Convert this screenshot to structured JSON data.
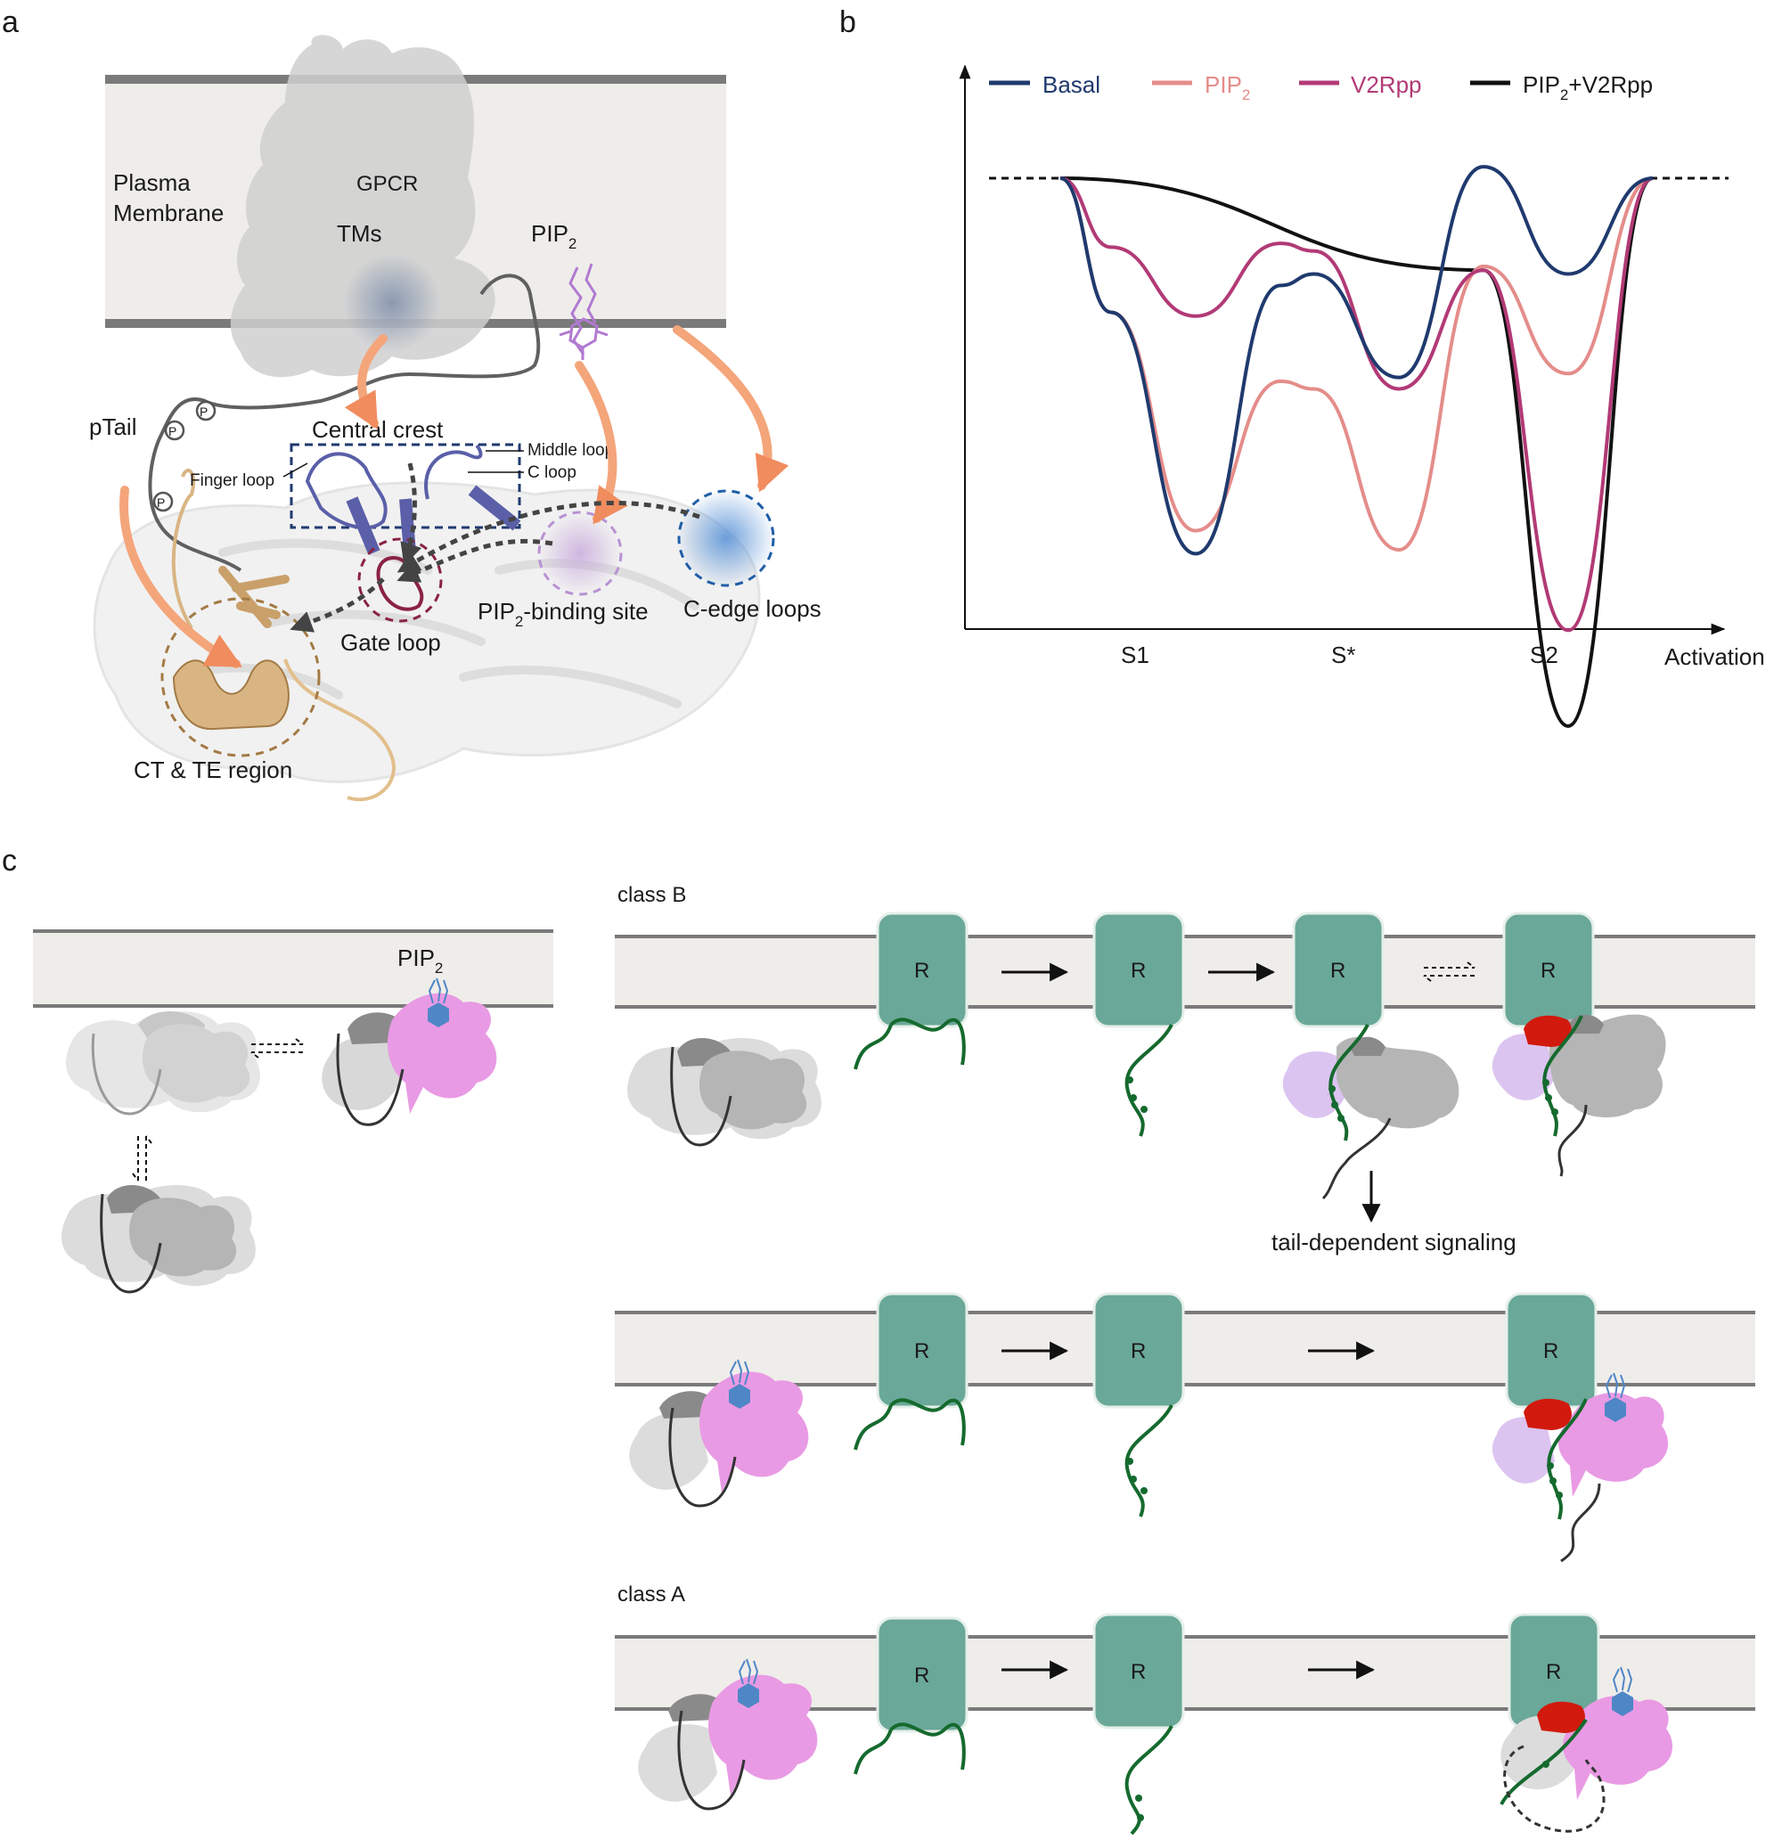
{
  "panel_a": {
    "letter": "a",
    "plasma": "Plasma",
    "membrane": "Membrane",
    "gpcr": "GPCR",
    "tms": "TMs",
    "pip": "PIP",
    "pip_sub": "2",
    "ptail": "pTail",
    "phospho": "P",
    "central_crest": "Central crest",
    "finger_loop": "Finger loop",
    "middle_loop": "Middle loop",
    "c_loop": "C loop",
    "gate_loop": "Gate loop",
    "pip_binding_pre": "PIP",
    "pip_binding_sub": "2",
    "pip_binding_post": "-binding site",
    "c_edge_loops": "C-edge loops",
    "ct_te": "CT & TE region"
  },
  "panel_b": {
    "letter": "b",
    "chart_data": {
      "type": "line",
      "title": "",
      "xlabel": "Activation",
      "ylabel": "",
      "x_tick_labels": [
        "S1",
        "S*",
        "S2"
      ],
      "legend_position": "top",
      "grid": false,
      "series": [
        {
          "name": "Basal",
          "label_main": "Basal",
          "label_sub": "",
          "color": "#1f3a6e",
          "knots": [
            [
              0,
              0
            ],
            [
              0.3,
              -0.35
            ],
            [
              0.8,
              -0.98
            ],
            [
              1.3,
              -0.28
            ],
            [
              1.5,
              -0.25
            ],
            [
              2.0,
              -0.52
            ],
            [
              2.5,
              0.03
            ],
            [
              3.0,
              -0.25
            ],
            [
              3.5,
              0
            ]
          ]
        },
        {
          "name": "PIP2",
          "label_main": "PIP",
          "label_sub": "2",
          "color": "#e48d8a",
          "knots": [
            [
              0,
              0
            ],
            [
              0.3,
              -0.35
            ],
            [
              0.8,
              -0.92
            ],
            [
              1.3,
              -0.53
            ],
            [
              1.5,
              -0.55
            ],
            [
              2.0,
              -0.97
            ],
            [
              2.5,
              -0.23
            ],
            [
              3.0,
              -0.51
            ],
            [
              3.5,
              0
            ]
          ]
        },
        {
          "name": "V2Rpp",
          "label_main": "V2Rpp",
          "label_sub": "",
          "color": "#b23a76",
          "knots": [
            [
              0,
              0
            ],
            [
              0.3,
              -0.18
            ],
            [
              0.8,
              -0.36
            ],
            [
              1.3,
              -0.17
            ],
            [
              1.5,
              -0.19
            ],
            [
              2.0,
              -0.55
            ],
            [
              2.5,
              -0.24
            ],
            [
              3.0,
              -1.18
            ],
            [
              3.5,
              0
            ]
          ]
        },
        {
          "name": "PIP2+V2Rpp",
          "label_main": "PIP",
          "label_sub": "2",
          "label_post": "+V2Rpp",
          "color": "#111111",
          "knots": [
            [
              0,
              0
            ],
            [
              2.5,
              -0.24
            ],
            [
              3.0,
              -1.43
            ],
            [
              3.5,
              0
            ]
          ]
        }
      ]
    }
  },
  "panel_c": {
    "letter": "c",
    "pip": "PIP",
    "pip_sub": "2",
    "class_b": "class B",
    "class_a": "class A",
    "receptor": "R",
    "tail_signaling": "tail-dependent signaling"
  },
  "colors": {
    "membrane_fill": "#efedea",
    "membrane_line": "#7a7a7a",
    "receptor": "#6aa899",
    "receptor_tail": "#156a2e",
    "pip_bound": "#e99ae4",
    "pip_bound_light": "#dcc4f0",
    "pip_hex": "#4f86c6",
    "finger": "#d11a0d",
    "arrestin_dark": "#888888",
    "arrestin_mid": "#b5b5b5",
    "arrestin_light": "#dedede",
    "orange_arrow": "#f4a57a",
    "central_crest": "#5a5fa8",
    "gate_loop": "#8a2244",
    "ct_te": "#d9b583"
  }
}
